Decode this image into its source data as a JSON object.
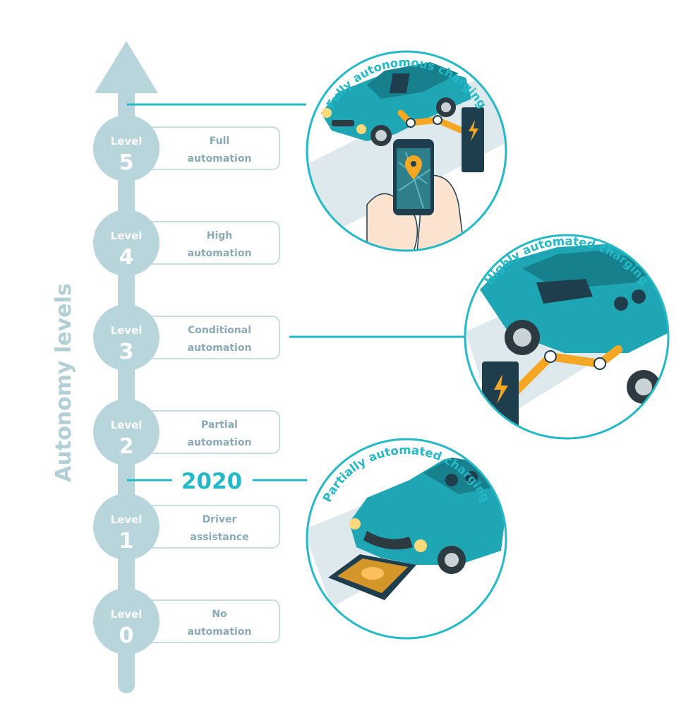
{
  "axis_label": "Autonomy levels",
  "year_marker": "2020",
  "levels": [
    {
      "word": "Level",
      "number": "5",
      "label_line1": "Full",
      "label_line2": "automation"
    },
    {
      "word": "Level",
      "number": "4",
      "label_line1": "High",
      "label_line2": "automation"
    },
    {
      "word": "Level",
      "number": "3",
      "label_line1": "Conditional",
      "label_line2": "automation"
    },
    {
      "word": "Level",
      "number": "2",
      "label_line1": "Partial",
      "label_line2": "automation"
    },
    {
      "word": "Level",
      "number": "1",
      "label_line1": "Driver",
      "label_line2": "assistance"
    },
    {
      "word": "Level",
      "number": "0",
      "label_line1": "No",
      "label_line2": "automation"
    }
  ],
  "illustrations": [
    {
      "title": "Fully autonomous charging"
    },
    {
      "title": "Highly automated charging"
    },
    {
      "title": "Partially automated charging"
    }
  ],
  "colors": {
    "axis": "#b8d5dc",
    "box_border": "#c8dde3",
    "accent": "#23b9c7",
    "car": "#1ea6b4",
    "car_dark": "#16808c",
    "robot_arm": "#f5a623",
    "charger": "#1e3e4e"
  }
}
